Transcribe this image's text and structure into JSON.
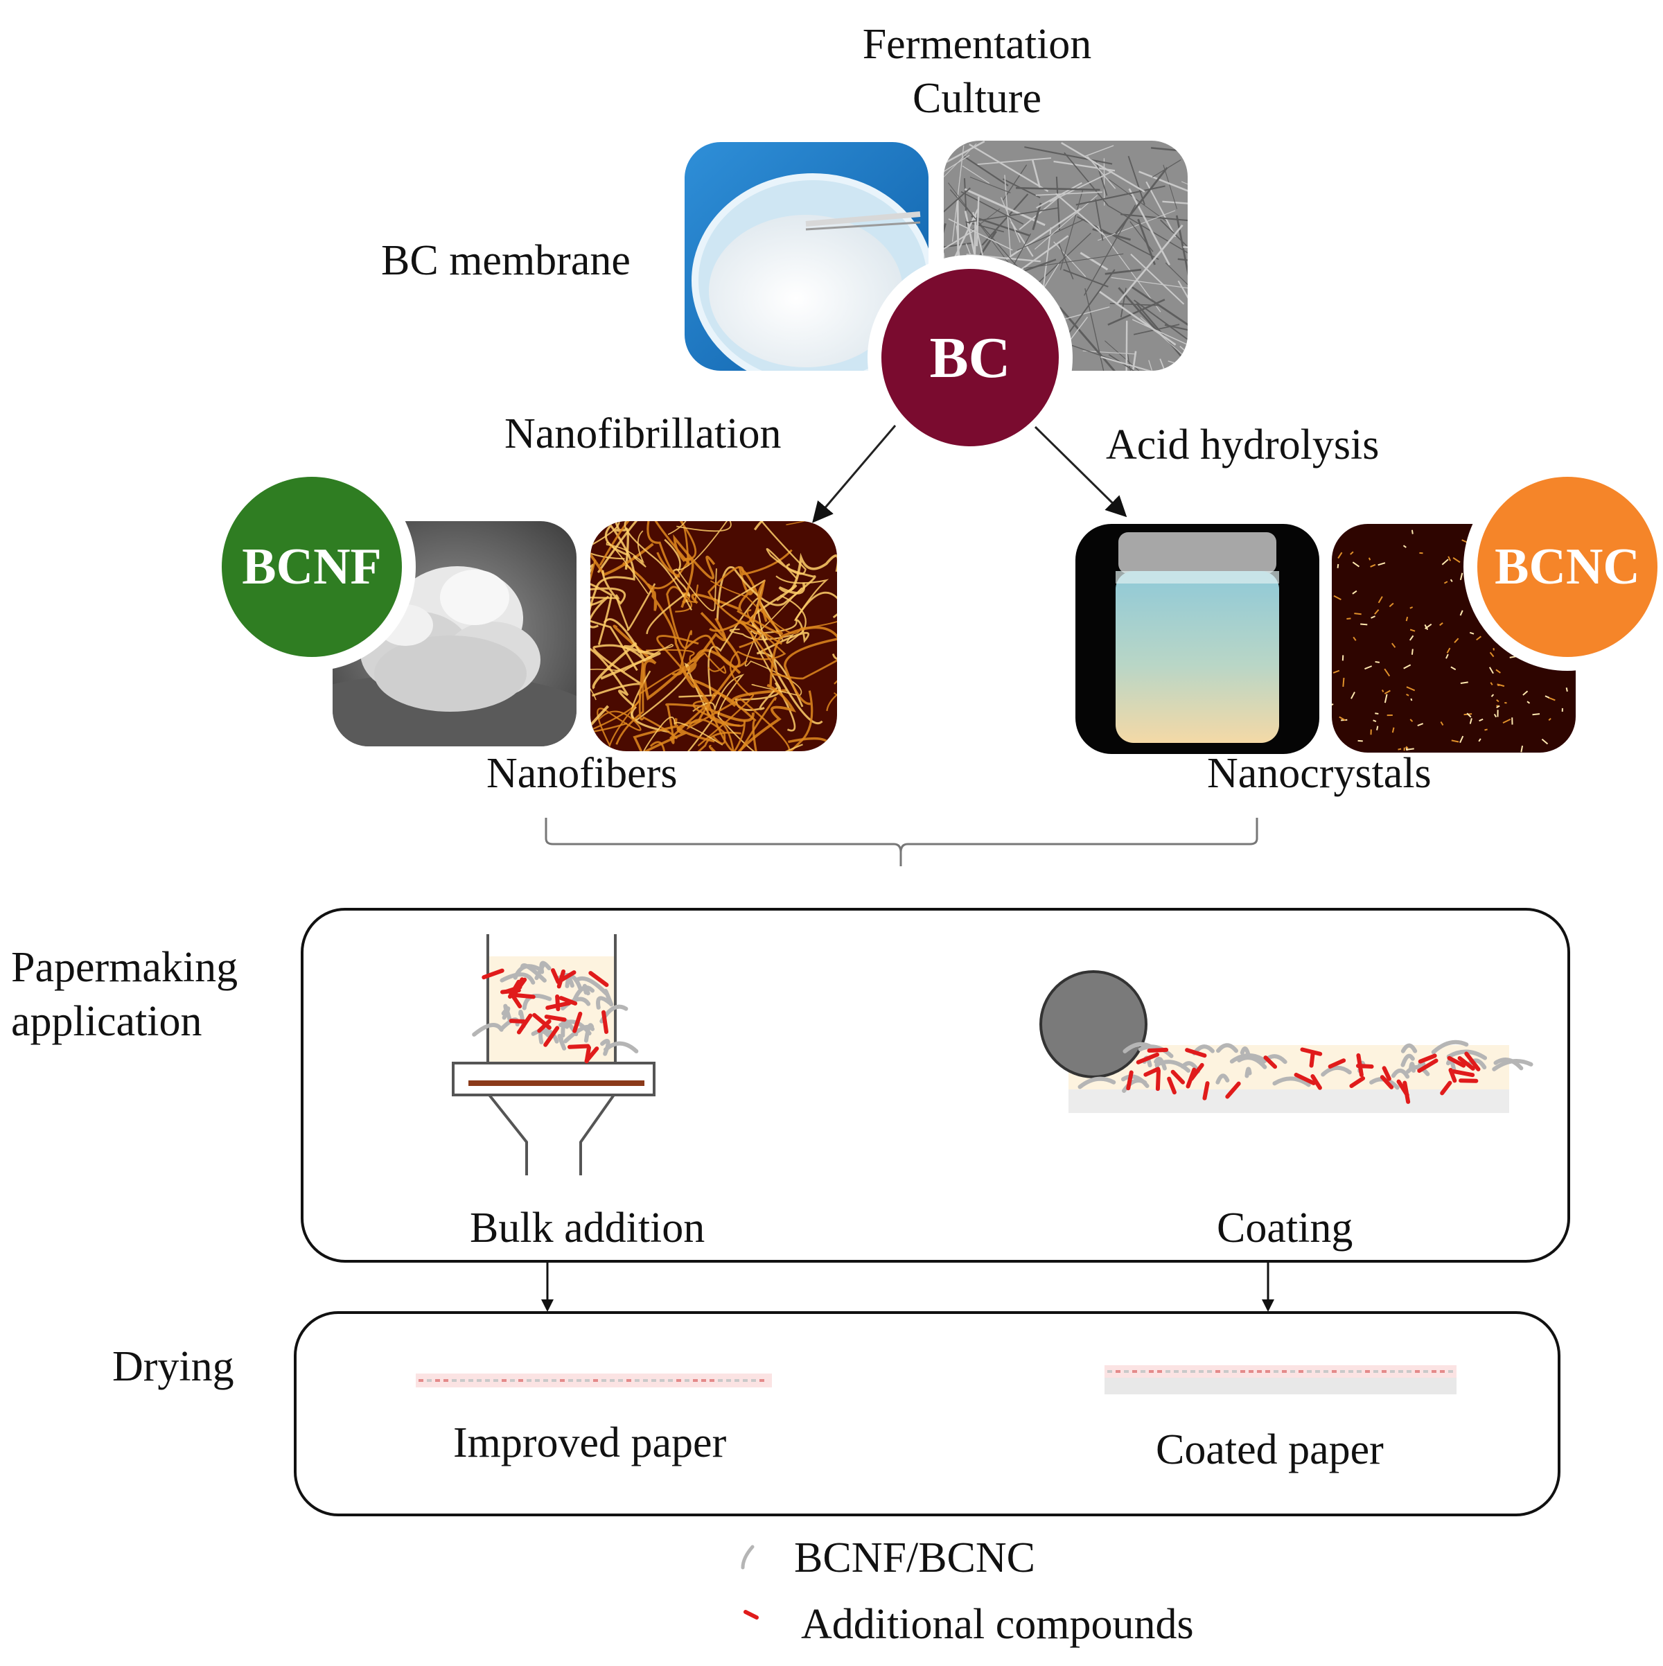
{
  "top": {
    "fermentation": "Fermentation",
    "culture": "Culture",
    "bc_membrane": "BC membrane",
    "bc_badge": "BC"
  },
  "processes": {
    "nanofibrillation": "Nanofibrillation",
    "acid_hydrolysis": "Acid hydrolysis"
  },
  "products": {
    "bcnf_badge": "BCNF",
    "bcnc_badge": "BCNC",
    "nanofibers": "Nanofibers",
    "nanocrystals": "Nanocrystals"
  },
  "papermaking": {
    "label_line1": "Papermaking",
    "label_line2": "application",
    "bulk_addition": "Bulk addition",
    "coating": "Coating"
  },
  "drying": {
    "label": "Drying",
    "improved_paper": "Improved paper",
    "coated_paper": "Coated paper"
  },
  "legend": {
    "fibers": "BCNF/BCNC",
    "compounds": "Additional compounds"
  },
  "colors": {
    "bc": "#7a0b2f",
    "bcnf": "#2f7d22",
    "bcnc": "#f58529",
    "compound": "#e01b1b",
    "fiber": "#b5b5b5",
    "paper_fill": "#fdf3df"
  }
}
